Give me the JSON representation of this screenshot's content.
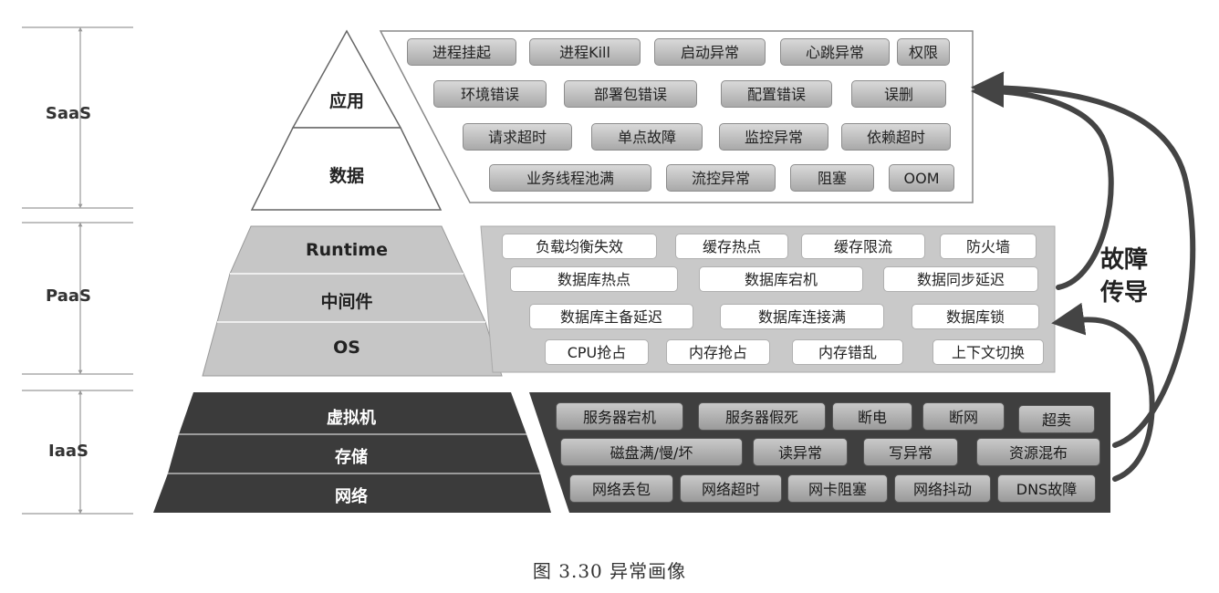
{
  "layers": {
    "saas": {
      "name": "SaaS",
      "items": [
        "应用",
        "数据"
      ]
    },
    "paas": {
      "name": "PaaS",
      "items": [
        "Runtime",
        "中间件",
        "OS"
      ]
    },
    "iaas": {
      "name": "IaaS",
      "items": [
        "虚拟机",
        "存储",
        "网络"
      ]
    }
  },
  "saas_faults": [
    [
      "进程挂起",
      "进程Kill",
      "启动异常",
      "心跳异常",
      "权限"
    ],
    [
      "环境错误",
      "部署包错误",
      "配置错误",
      "误删"
    ],
    [
      "请求超时",
      "单点故障",
      "监控异常",
      "依赖超时"
    ],
    [
      "业务线程池满",
      "流控异常",
      "阻塞",
      "OOM"
    ]
  ],
  "paas_faults": [
    [
      "负载均衡失效",
      "缓存热点",
      "缓存限流",
      "防火墙"
    ],
    [
      "数据库热点",
      "数据库宕机",
      "数据同步延迟"
    ],
    [
      "数据库主备延迟",
      "数据库连接满",
      "数据库锁"
    ],
    [
      "CPU抢占",
      "内存抢占",
      "内存错乱",
      "上下文切换"
    ]
  ],
  "iaas_faults": [
    [
      "服务器宕机",
      "服务器假死",
      "断电",
      "断网",
      "超卖"
    ],
    [
      "磁盘满/慢/坏",
      "读异常",
      "写异常",
      "资源混布"
    ],
    [
      "网络丢包",
      "网络超时",
      "网卡阻塞",
      "网络抖动",
      "DNS故障"
    ]
  ],
  "propagation_label": [
    "故障",
    "传导"
  ],
  "caption": "图 3.30    异常画像",
  "colors": {
    "saas_panel": "#ffffff",
    "paas_panel": "#c9c9c9",
    "iaas_panel": "#3f3f3f",
    "arrow": "#444444"
  }
}
